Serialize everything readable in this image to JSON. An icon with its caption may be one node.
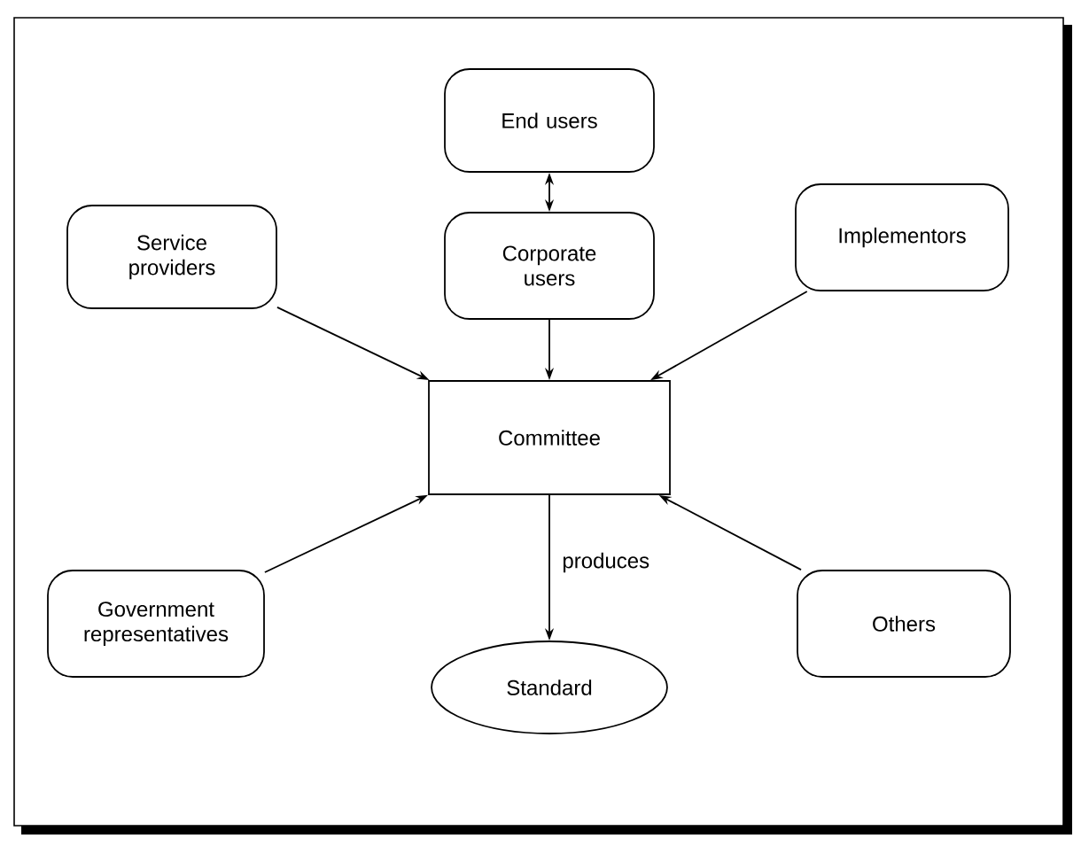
{
  "diagram": {
    "nodes": [
      {
        "text": [
          "End users"
        ]
      },
      {
        "text": [
          "Service providers"
        ]
      },
      {
        "text": [
          "Corporate users"
        ]
      },
      {
        "text": [
          "Implementors"
        ]
      },
      {
        "text": [
          "Committee"
        ]
      },
      {
        "text": [
          "Government representatives"
        ]
      },
      {
        "text": [
          "Others"
        ]
      },
      {
        "text": [
          "Standard"
        ]
      }
    ],
    "edges": [
      {
        "from": 0,
        "to": 2,
        "arrow": "both"
      },
      {
        "from": 2,
        "to": 4,
        "arrow": "to"
      },
      {
        "from": 1,
        "to": 4,
        "arrow": "to"
      },
      {
        "from": 3,
        "to": 4,
        "arrow": "to"
      },
      {
        "from": 5,
        "to": 4,
        "arrow": "to"
      },
      {
        "from": 6,
        "to": 4,
        "arrow": "to"
      },
      {
        "from": 4,
        "to": 7,
        "arrow": "to",
        "label": "produces"
      }
    ]
  }
}
